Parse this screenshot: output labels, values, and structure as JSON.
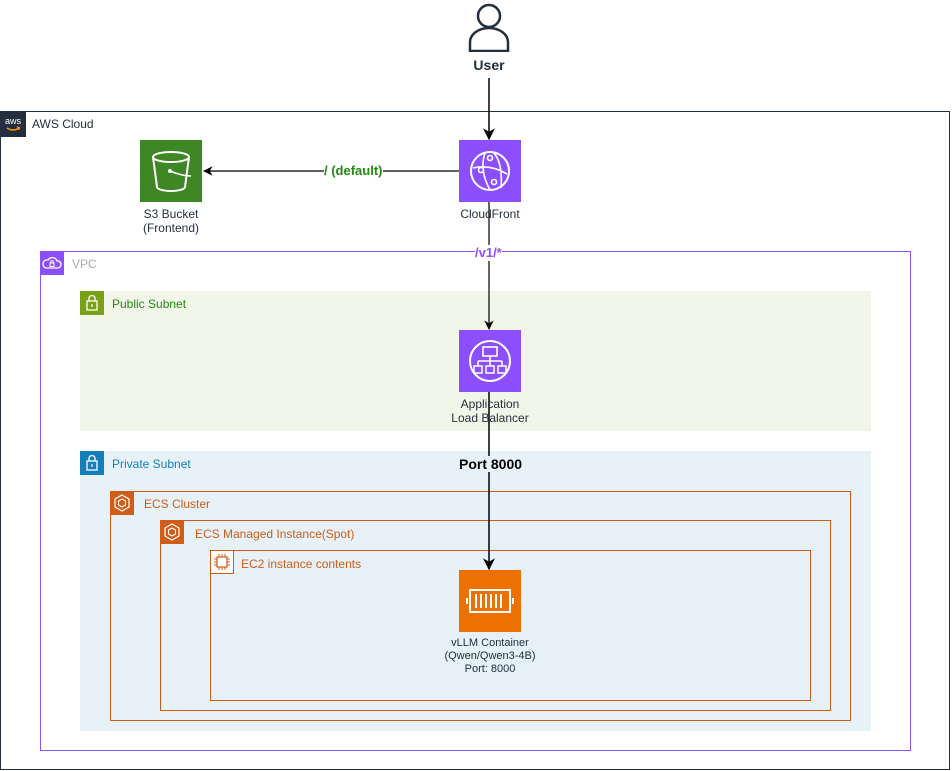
{
  "user": {
    "label": "User"
  },
  "groups": {
    "aws_cloud": "AWS Cloud",
    "vpc": "VPC",
    "public_subnet": "Public Subnet",
    "private_subnet": "Private Subnet",
    "ecs_cluster": "ECS Cluster",
    "ecs_managed_instance": "ECS Managed Instance(Spot)",
    "ec2_contents": "EC2 instance contents"
  },
  "aws_logo_text": "aws",
  "nodes": {
    "s3": {
      "line1": "S3 Bucket",
      "line2": "(Frontend)"
    },
    "cloudfront": {
      "line1": "CloudFront"
    },
    "alb": {
      "line1": "Application",
      "line2": "Load Balancer"
    },
    "vllm": {
      "line1": "vLLM Container",
      "line2": "(Qwen/Qwen3-4B)",
      "line3": "Port: 8000"
    }
  },
  "edges": {
    "default_route": "/ (default)",
    "api_route": "/v1/*",
    "port_label": "Port 8000"
  },
  "colors": {
    "vpc": "#8c4fff",
    "public_subnet": "#7aa116",
    "private_subnet": "#147eba",
    "ecs": "#d05c17",
    "s3": "#3f8624",
    "cloudfront": "#8c4fff",
    "orange_service": "#ed7100",
    "label_green": "#248814",
    "label_purple": "#8c4fff"
  }
}
